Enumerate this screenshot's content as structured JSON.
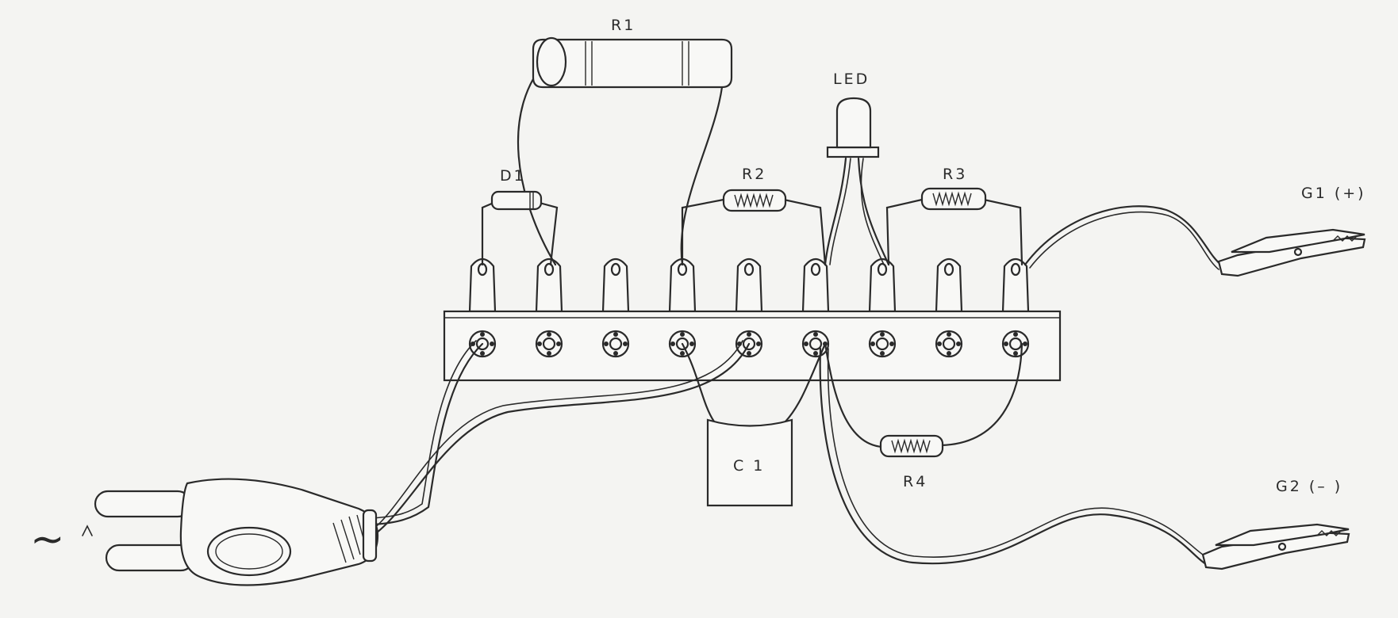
{
  "labels": {
    "r1": "R1",
    "led": "LED",
    "d1": "D1",
    "r2": "R2",
    "r3": "R3",
    "g1": "G1 (+)",
    "c1": "C 1",
    "r4": "R4",
    "g2": "G2 (– )",
    "ac": "~"
  },
  "terminal_strip": {
    "terminal_count": 9
  },
  "colors": {
    "ink": "#2a2a2a",
    "paper": "#f4f4f2"
  }
}
